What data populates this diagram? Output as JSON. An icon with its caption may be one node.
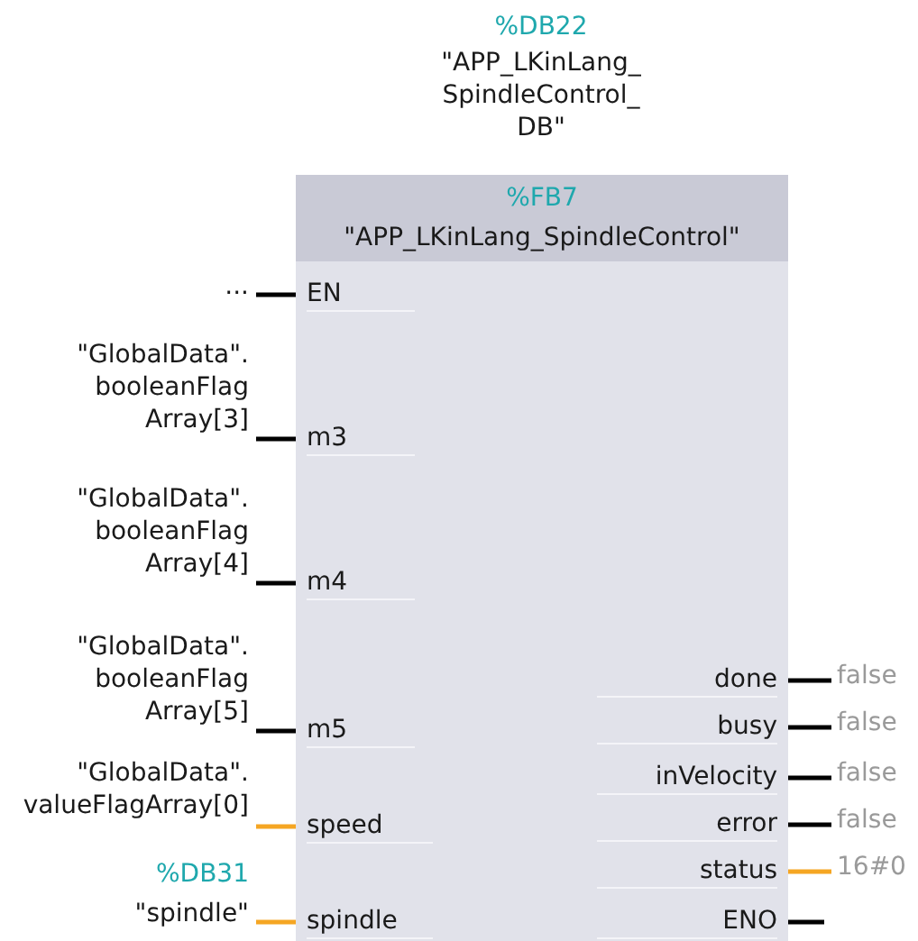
{
  "diagram": {
    "nodes": [
      {
        "text": [
          "%FB7",
          "\"APP_LKinLang_SpindleControl\""
        ],
        "beside": [
          "%DB22",
          "\"APP_LKinLang_ SpindleControl_ DB\""
        ]
      },
      {
        "text": [
          "EN"
        ],
        "in": 0
      },
      {
        "text": [
          "m3"
        ],
        "in": 0
      },
      {
        "text": [
          "m4"
        ],
        "in": 0
      },
      {
        "text": [
          "m5"
        ],
        "in": 0
      },
      {
        "text": [
          "speed"
        ],
        "in": 0
      },
      {
        "text": [
          "spindle"
        ],
        "in": 0
      },
      {
        "text": [
          "done"
        ],
        "in": 0
      },
      {
        "text": [
          "busy"
        ],
        "in": 0
      },
      {
        "text": [
          "inVelocity"
        ],
        "in": 0
      },
      {
        "text": [
          "error"
        ],
        "in": 0
      },
      {
        "text": [
          "status"
        ],
        "in": 0
      },
      {
        "text": [
          "ENO"
        ],
        "in": 0
      },
      {
        "text": [
          "..."
        ]
      },
      {
        "text": [
          "\"GlobalData\". booleanFlag Array[3]"
        ]
      },
      {
        "text": [
          "\"GlobalData\". booleanFlag Array[4]"
        ]
      },
      {
        "text": [
          "\"GlobalData\". booleanFlag Array[5]"
        ]
      },
      {
        "text": [
          "\"GlobalData\". valueFlagArray[0]"
        ]
      },
      {
        "text": [
          "%DB31",
          "\"spindle\""
        ]
      },
      {
        "text": [
          "false"
        ]
      },
      {
        "text": [
          "false"
        ]
      },
      {
        "text": [
          "false"
        ]
      },
      {
        "text": [
          "false"
        ]
      },
      {
        "text": [
          "16#0"
        ]
      }
    ],
    "edges": [
      {
        "from": 13,
        "to": 1,
        "arrow": "none"
      },
      {
        "from": 14,
        "to": 2,
        "arrow": "none"
      },
      {
        "from": 15,
        "to": 3,
        "arrow": "none"
      },
      {
        "from": 16,
        "to": 4,
        "arrow": "none"
      },
      {
        "from": 17,
        "to": 5,
        "arrow": "none",
        "color": "#f5a623"
      },
      {
        "from": 18,
        "to": 6,
        "arrow": "none",
        "color": "#f5a623"
      },
      {
        "from": 7,
        "to": 19,
        "arrow": "none"
      },
      {
        "from": 8,
        "to": 20,
        "arrow": "none"
      },
      {
        "from": 9,
        "to": 21,
        "arrow": "none"
      },
      {
        "from": 10,
        "to": 22,
        "arrow": "none"
      },
      {
        "from": 11,
        "to": 23,
        "arrow": "none",
        "color": "#f5a623"
      },
      {
        "from": 12,
        "to": null,
        "arrow": "none"
      }
    ]
  }
}
